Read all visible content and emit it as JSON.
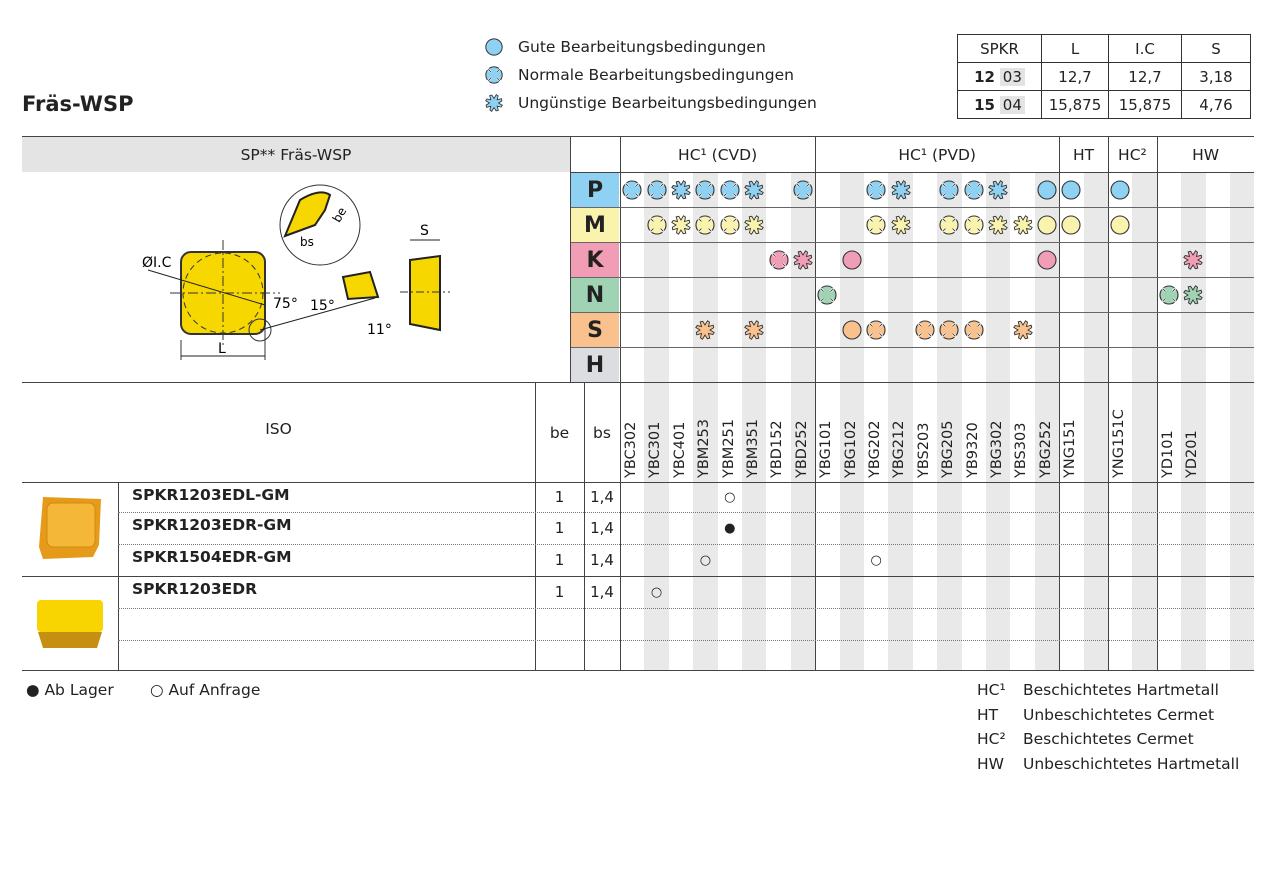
{
  "title": "Fräs-WSP",
  "legend": [
    {
      "type": "g",
      "label": "Gute Bearbeitungsbedingungen"
    },
    {
      "type": "n",
      "label": "Normale Bearbeitungsbedingungen"
    },
    {
      "type": "u",
      "label": "Ungünstige Bearbeitungsbedingungen"
    }
  ],
  "dims": {
    "headers": [
      "SPKR",
      "L",
      "I.C",
      "S"
    ],
    "rows": [
      {
        "code_bold": "12",
        "code": "03",
        "L": "12,7",
        "IC": "12,7",
        "S": "3,18"
      },
      {
        "code_bold": "15",
        "code": "04",
        "L": "15,875",
        "IC": "15,875",
        "S": "4,76"
      }
    ]
  },
  "table": {
    "head_label": "SP** Fräs-WSP",
    "groups": [
      {
        "label": "HC¹ (CVD)",
        "span": 8
      },
      {
        "label": "HC¹ (PVD)",
        "span": 10
      },
      {
        "label": "HT",
        "span": 2
      },
      {
        "label": "HC²",
        "span": 2
      },
      {
        "label": "HW",
        "span": 4
      }
    ],
    "grades": [
      "YBC302",
      "YBC301",
      "YBC401",
      "YBM253",
      "YBM251",
      "YBM351",
      "YBD152",
      "YBD252",
      "YBG101",
      "YBG102",
      "YBG202",
      "YBG212",
      "YBS203",
      "YBG205",
      "YB9320",
      "YBG302",
      "YBS303",
      "YBG252",
      "YNG151",
      "",
      "YNG151C",
      "",
      "YD101",
      "YD201",
      "",
      ""
    ],
    "diagram_labels": {
      "ic": "ØI.C",
      "l": "L",
      "s": "S",
      "bs": "bs",
      "be": "be",
      "a75": "75°",
      "a15": "15°",
      "a11": "11°"
    },
    "iso_label": "ISO",
    "be_label": "be",
    "bs_label": "bs",
    "materials": [
      {
        "letter": "P",
        "color": "#8ed1f2",
        "cells": {
          "0": "n",
          "1": "n",
          "2": "u",
          "3": "n",
          "4": "n",
          "5": "u",
          "7": "n",
          "10": "n",
          "11": "u",
          "13": "n",
          "14": "n",
          "15": "u",
          "17": "g",
          "18": "g",
          "20": "g"
        }
      },
      {
        "letter": "M",
        "color": "#faf3ae",
        "cells": {
          "1": "n",
          "2": "u",
          "3": "n",
          "4": "n",
          "5": "u",
          "10": "n",
          "11": "u",
          "13": "n",
          "14": "n",
          "15": "u",
          "16": "u",
          "17": "g",
          "18": "g",
          "20": "g"
        }
      },
      {
        "letter": "K",
        "color": "#f29db6",
        "cells": {
          "6": "n",
          "7": "u",
          "9": "g",
          "17": "g",
          "23": "u"
        }
      },
      {
        "letter": "N",
        "color": "#9fd3b4",
        "cells": {
          "8": "n",
          "22": "n",
          "23": "u"
        }
      },
      {
        "letter": "S",
        "color": "#f8c18d",
        "cells": {
          "3": "u",
          "5": "u",
          "9": "g",
          "10": "n",
          "12": "n",
          "13": "n",
          "14": "n",
          "16": "u"
        }
      },
      {
        "letter": "H",
        "color": "#dcdde0",
        "cells": {}
      }
    ],
    "rows": [
      {
        "iso": "SPKR1203EDL-GM",
        "be": "1",
        "bs": "1,4",
        "marks": {
          "4": "○"
        }
      },
      {
        "iso": "SPKR1203EDR-GM",
        "be": "1",
        "bs": "1,4",
        "marks": {
          "4": "●"
        }
      },
      {
        "iso": "SPKR1504EDR-GM",
        "be": "1",
        "bs": "1,4",
        "marks": {
          "3": "○",
          "10": "○"
        }
      },
      {
        "iso": "SPKR1203EDR",
        "be": "1",
        "bs": "1,4",
        "marks": {
          "1": "○"
        }
      },
      {
        "iso": "",
        "be": "",
        "bs": "",
        "marks": {}
      },
      {
        "iso": "",
        "be": "",
        "bs": "",
        "marks": {}
      }
    ]
  },
  "footer": {
    "stock": "● Ab Lager",
    "request": "○ Auf Anfrage",
    "abbrev": [
      {
        "k": "HC¹",
        "v": "Beschichtetes Hartmetall"
      },
      {
        "k": "HT",
        "v": "Unbeschichtetes Cermet"
      },
      {
        "k": "HC²",
        "v": "Beschichtetes Cermet"
      },
      {
        "k": "HW",
        "v": "Unbeschichtetes Hartmetall"
      }
    ]
  }
}
